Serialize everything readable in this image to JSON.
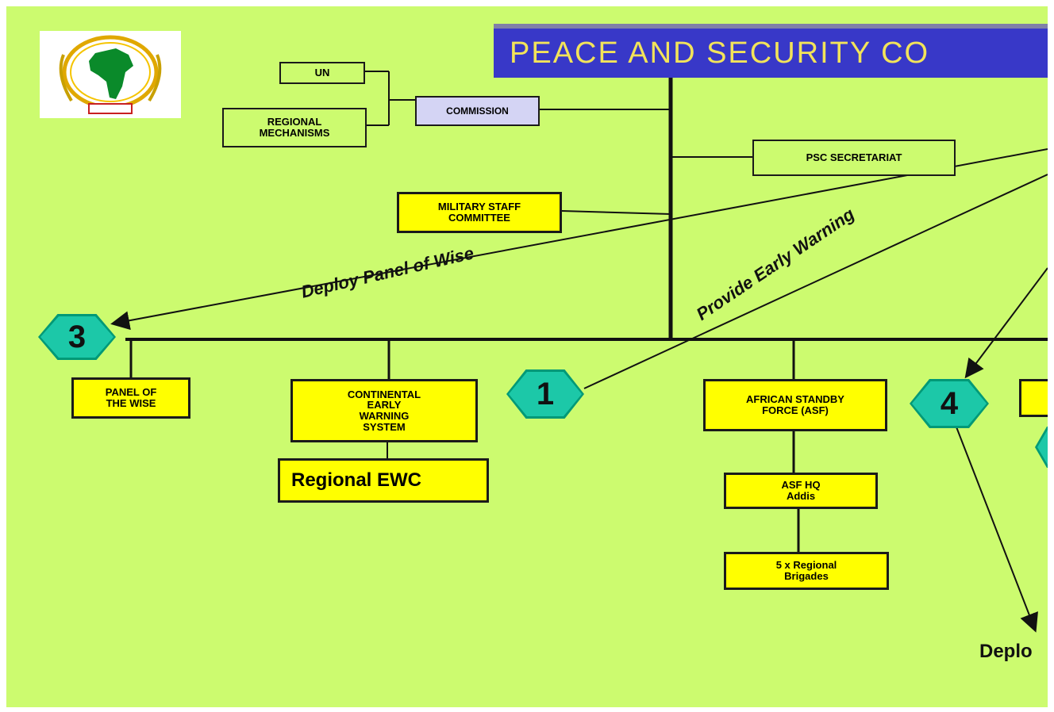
{
  "title": "PEACE AND SECURITY CO",
  "logo": {
    "icon": "african-union-emblem",
    "colors": [
      "#f2b705",
      "#0a8a2a",
      "#c82020"
    ]
  },
  "boxes": {
    "un": "UN",
    "regional_mechanisms": "REGIONAL\nMECHANISMS",
    "commission": "COMMISSION",
    "psc_secretariat": "PSC SECRETARIAT",
    "military_staff_committee": "MILITARY STAFF\nCOMMITTEE",
    "panel_of_the_wise": "PANEL OF\nTHE WISE",
    "continental_early_warning": "CONTINENTAL\nEARLY\nWARNING\nSYSTEM",
    "regional_ewc": "Regional EWC",
    "african_standby_force": "AFRICAN STANDBY\nFORCE (ASF)",
    "asf_hq": "ASF HQ\nAddis",
    "regional_brigades": "5 x Regional\nBrigades"
  },
  "markers": [
    "3",
    "1",
    "4"
  ],
  "arrow_labels": {
    "deploy_panel": "Deploy Panel of Wise",
    "provide_early_warning": "Provide Early Warning",
    "deploy_bottom": "Deplo"
  },
  "colors": {
    "background": "#ccfb6f",
    "box": "#ffff00",
    "marker": "#1cc8a8",
    "title_bar": "#3838c8",
    "title_text": "#f2e35a"
  }
}
